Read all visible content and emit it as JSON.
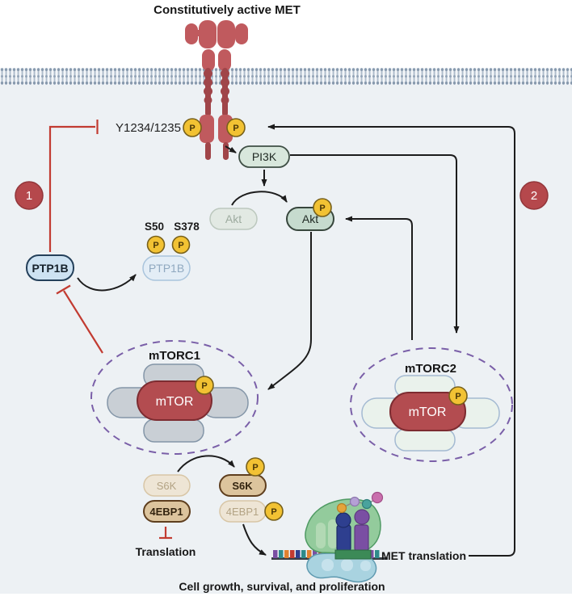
{
  "diagram_title": "Constitutively active MET",
  "receptor": {
    "phospho_site": "Y1234/1235"
  },
  "phospho_badge": "P",
  "step_markers": {
    "step1": "1",
    "step2": "2"
  },
  "nodes": {
    "pi3k": {
      "label": "PI3K"
    },
    "akt_inactive": {
      "label": "Akt"
    },
    "akt_active": {
      "label": "Akt"
    },
    "ptp1b_active": {
      "label": "PTP1B"
    },
    "ptp1b_phospho": {
      "label": "PTP1B",
      "site1": "S50",
      "site2": "S378"
    },
    "mtorc1": {
      "label": "mTORC1",
      "core": "mTOR"
    },
    "mtorc2": {
      "label": "mTORC2",
      "core": "mTOR"
    },
    "s6k_inactive": {
      "label": "S6K"
    },
    "s6k_active": {
      "label": "S6K"
    },
    "fourebp1_active": {
      "label": "4EBP1"
    },
    "fourebp1_phospho": {
      "label": "4EBP1"
    }
  },
  "annotations": {
    "translation": "Translation",
    "met_translation": "MET translation",
    "outcome": "Cell growth, survival, and proliferation"
  },
  "colors": {
    "receptor_red": "#c05a5e",
    "mtor_red": "#b34c50",
    "phospho_yellow": "#f2c233",
    "inhibition_red": "#c23b31",
    "arrow_black": "#1c1c1c",
    "complex_outline_purple": "#7a5fa8",
    "cell_background": "#edf1f4",
    "membrane_blue": "#9fb0c2"
  }
}
